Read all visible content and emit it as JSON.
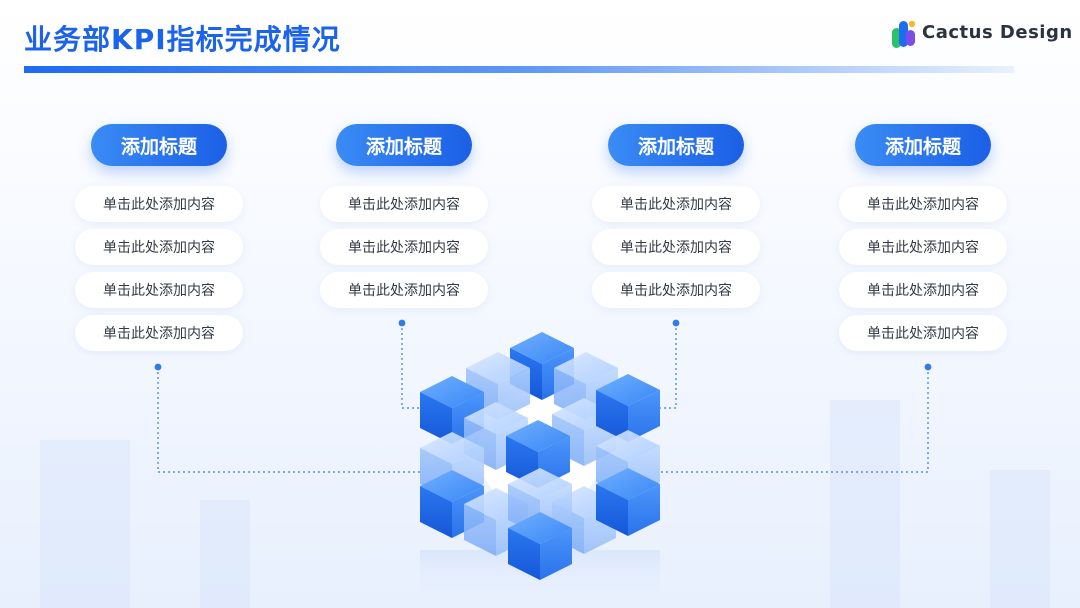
{
  "header": {
    "title": "业务部KPI指标完成情况",
    "brand": "Cactus Design"
  },
  "columns": [
    {
      "title": "添加标题",
      "items": [
        "单击此处添加内容",
        "单击此处添加内容",
        "单击此处添加内容",
        "单击此处添加内容"
      ]
    },
    {
      "title": "添加标题",
      "items": [
        "单击此处添加内容",
        "单击此处添加内容",
        "单击此处添加内容"
      ]
    },
    {
      "title": "添加标题",
      "items": [
        "单击此处添加内容",
        "单击此处添加内容",
        "单击此处添加内容"
      ]
    },
    {
      "title": "添加标题",
      "items": [
        "单击此处添加内容",
        "单击此处添加内容",
        "单击此处添加内容",
        "单击此处添加内容"
      ]
    }
  ],
  "colors": {
    "accent": "#1a63ea",
    "accent_light": "#3a8cf5",
    "connector": "#2f7be8",
    "text": "#333a45"
  },
  "icons": {
    "logo": "cactus-logo-icon",
    "center_graphic": "cube-3d-icon"
  }
}
